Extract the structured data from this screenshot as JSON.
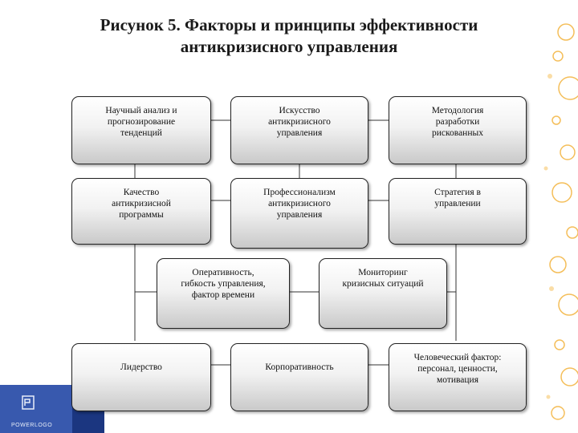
{
  "title": {
    "line1": "Рисунок 5. Факторы и принципы эффективности",
    "line2": "антикризисного управления"
  },
  "boxes": [
    {
      "id": "b1",
      "lines": [
        "Научный анализ и",
        "прогнозирование",
        "тенденций"
      ]
    },
    {
      "id": "b2",
      "lines": [
        "Искусство",
        "антикризисного",
        "управления"
      ]
    },
    {
      "id": "b3",
      "lines": [
        "Методология",
        "разработки",
        "рискованных"
      ]
    },
    {
      "id": "b4",
      "lines": [
        "Качество",
        "антикризисной",
        "программы"
      ]
    },
    {
      "id": "b5",
      "lines": [
        "Профессионализм",
        "антикризисного",
        "управления"
      ]
    },
    {
      "id": "b6",
      "lines": [
        "Стратегия в",
        "управлении"
      ]
    },
    {
      "id": "b7",
      "lines": [
        "Оперативность,",
        "гибкость управления,",
        "фактор времени"
      ]
    },
    {
      "id": "b8",
      "lines": [
        "Мониторинг",
        "кризисных ситуаций"
      ]
    },
    {
      "id": "b9",
      "lines": [
        "Лидерство"
      ]
    },
    {
      "id": "b10",
      "lines": [
        "Корпоративность"
      ]
    },
    {
      "id": "b11",
      "lines": [
        "Человеческий фактор:",
        "персонал, ценности,",
        "мотивация"
      ]
    }
  ],
  "logo": {
    "text": "POWERLOGO"
  },
  "colors": {
    "accent_blue": "#1f3f8f",
    "deco_orange": "#f0a020"
  }
}
